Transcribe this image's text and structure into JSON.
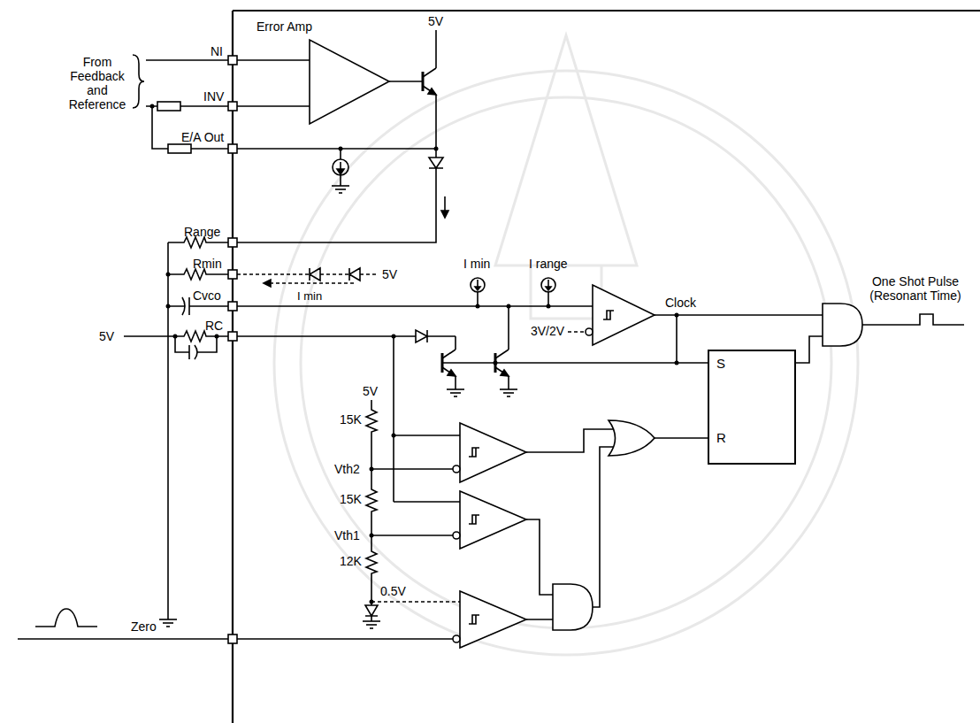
{
  "diagram": {
    "nodes": [
      {
        "text": [
          "S",
          "R"
        ]
      }
    ],
    "labels": [
      "From Feedback and Reference",
      "NI",
      "Error Amp",
      "5V",
      "INV",
      "E/A Out",
      "Range",
      "Rmin",
      "5V",
      "I min",
      "I range",
      "Cvco",
      "I min",
      "3V/2V",
      "Clock",
      "One Shot Pulse (Resonant Time)",
      "RC",
      "5V",
      "5V",
      "15K",
      "Vth2",
      "15K",
      "Vth1",
      "0.5V",
      "12K",
      "Zero"
    ]
  }
}
